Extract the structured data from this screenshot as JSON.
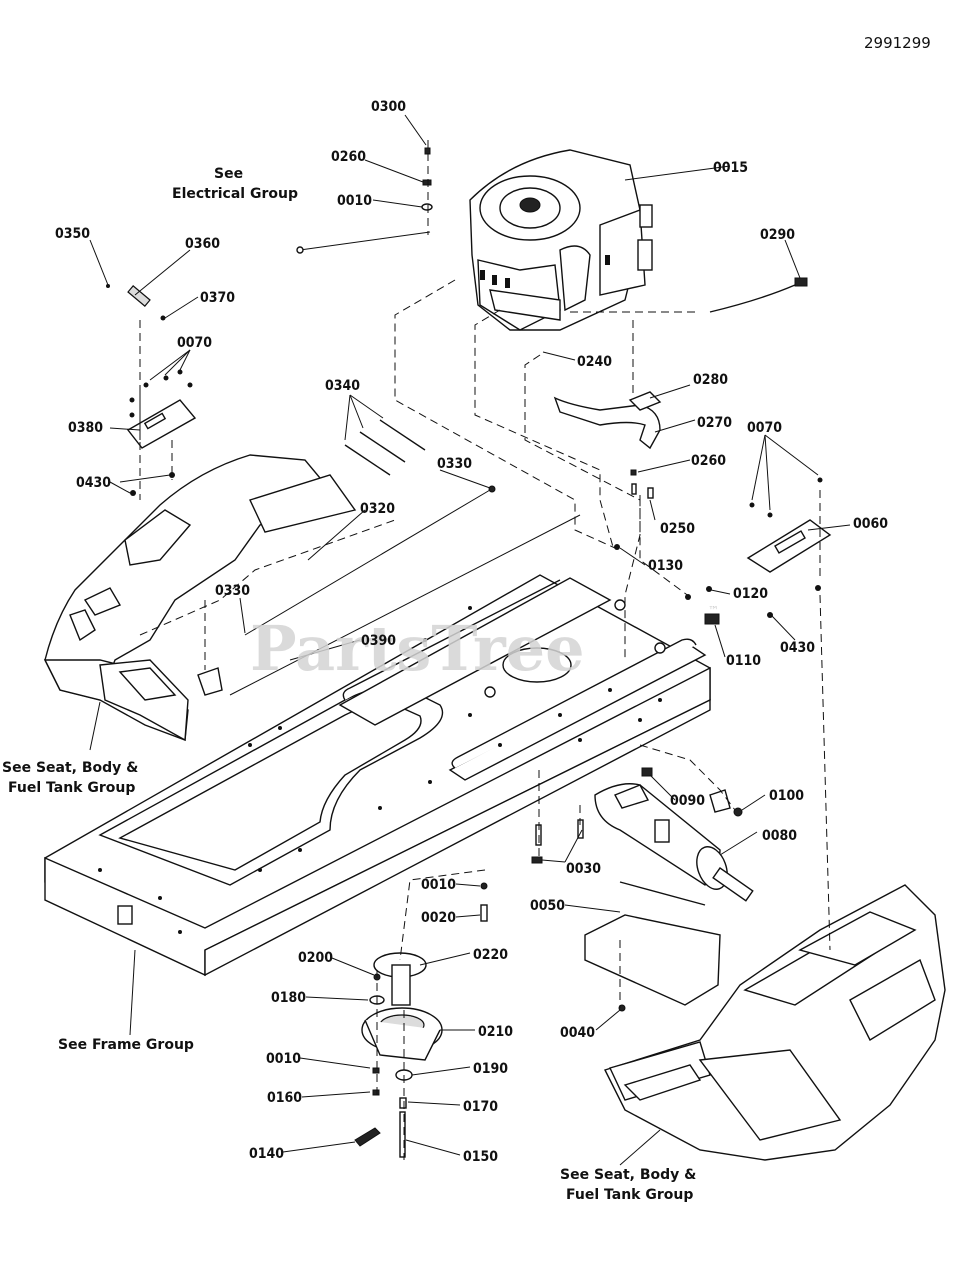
{
  "diagram_number": "2991299",
  "watermark": {
    "text": "PartsTree",
    "tm": "™"
  },
  "parts": [
    {
      "id": "p0300",
      "num": "0300"
    },
    {
      "id": "p0260a",
      "num": "0260"
    },
    {
      "id": "p0010a",
      "num": "0010"
    },
    {
      "id": "p0015",
      "num": "0015"
    },
    {
      "id": "p0350",
      "num": "0350"
    },
    {
      "id": "p0360",
      "num": "0360"
    },
    {
      "id": "p0370",
      "num": "0370"
    },
    {
      "id": "p0070a",
      "num": "0070"
    },
    {
      "id": "p0380",
      "num": "0380"
    },
    {
      "id": "p0430a",
      "num": "0430"
    },
    {
      "id": "p0290",
      "num": "0290"
    },
    {
      "id": "p0240",
      "num": "0240"
    },
    {
      "id": "p0280",
      "num": "0280"
    },
    {
      "id": "p0340",
      "num": "0340"
    },
    {
      "id": "p0270",
      "num": "0270"
    },
    {
      "id": "p0070b",
      "num": "0070"
    },
    {
      "id": "p0330a",
      "num": "0330"
    },
    {
      "id": "p0260b",
      "num": "0260"
    },
    {
      "id": "p0320",
      "num": "0320"
    },
    {
      "id": "p0250",
      "num": "0250"
    },
    {
      "id": "p0060",
      "num": "0060"
    },
    {
      "id": "p0130",
      "num": "0130"
    },
    {
      "id": "p0330b",
      "num": "0330"
    },
    {
      "id": "p0120",
      "num": "0120"
    },
    {
      "id": "p0390",
      "num": "0390"
    },
    {
      "id": "p0110",
      "num": "0110"
    },
    {
      "id": "p0430b",
      "num": "0430"
    },
    {
      "id": "p0090",
      "num": "0090"
    },
    {
      "id": "p0100",
      "num": "0100"
    },
    {
      "id": "p0080",
      "num": "0080"
    },
    {
      "id": "p0030",
      "num": "0030"
    },
    {
      "id": "p0010b",
      "num": "0010"
    },
    {
      "id": "p0020",
      "num": "0020"
    },
    {
      "id": "p0050",
      "num": "0050"
    },
    {
      "id": "p0200",
      "num": "0200"
    },
    {
      "id": "p0220",
      "num": "0220"
    },
    {
      "id": "p0180",
      "num": "0180"
    },
    {
      "id": "p0210",
      "num": "0210"
    },
    {
      "id": "p0040",
      "num": "0040"
    },
    {
      "id": "p0010c",
      "num": "0010"
    },
    {
      "id": "p0190",
      "num": "0190"
    },
    {
      "id": "p0160",
      "num": "0160"
    },
    {
      "id": "p0170",
      "num": "0170"
    },
    {
      "id": "p0140",
      "num": "0140"
    },
    {
      "id": "p0150",
      "num": "0150"
    }
  ],
  "notes": {
    "electrical_l1": "See",
    "electrical_l2": "Electrical Group",
    "seat_left_l1": "See Seat, Body &",
    "seat_left_l2": "Fuel Tank Group",
    "frame": "See Frame Group",
    "seat_right_l1": "See Seat, Body &",
    "seat_right_l2": "Fuel Tank Group"
  }
}
